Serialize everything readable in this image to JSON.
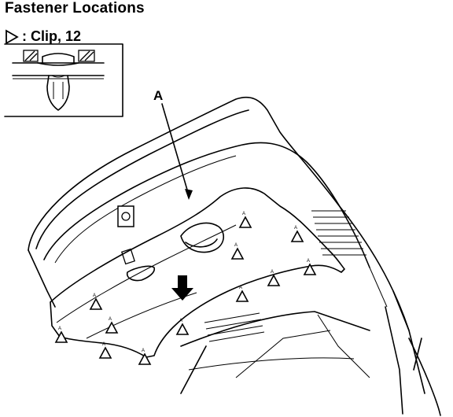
{
  "title": "Fastener Locations",
  "legend": {
    "symbol": "triangle-outline",
    "label": ": Clip, 12"
  },
  "callout": {
    "label": "A"
  },
  "clip_marker_label": "A"
}
